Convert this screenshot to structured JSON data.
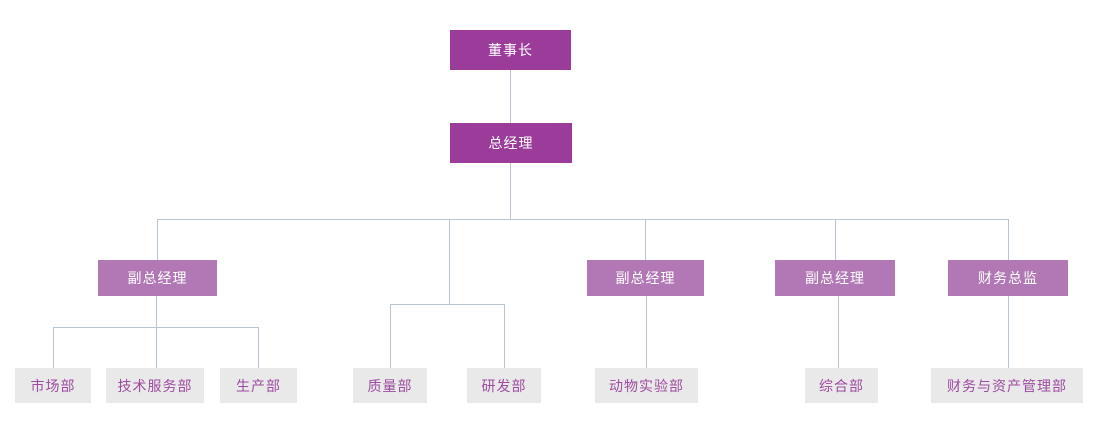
{
  "chart": {
    "type": "org-chart",
    "colors": {
      "executive_box": "#9B3C9B",
      "manager_box": "#B278B6",
      "department_box": "#E9E9E9",
      "department_text": "#9C4B9E",
      "executive_text": "#FFFFFF",
      "connector_line": "#B8C4CF",
      "background": "#FFFFFF"
    },
    "nodes": [
      {
        "id": "chairman",
        "label": "董事长",
        "level": 1,
        "parent": null
      },
      {
        "id": "general-manager",
        "label": "总经理",
        "level": 2,
        "parent": "chairman"
      },
      {
        "id": "deputy-gm-1",
        "label": "副总经理",
        "level": 3,
        "parent": "general-manager"
      },
      {
        "id": "deputy-gm-2",
        "label": "副总经理",
        "level": 3,
        "parent": "general-manager"
      },
      {
        "id": "deputy-gm-3",
        "label": "副总经理",
        "level": 3,
        "parent": "general-manager"
      },
      {
        "id": "finance-director",
        "label": "财务总监",
        "level": 3,
        "parent": "general-manager"
      },
      {
        "id": "marketing",
        "label": "市场部",
        "level": 4,
        "parent": "deputy-gm-1"
      },
      {
        "id": "tech-service",
        "label": "技术服务部",
        "level": 4,
        "parent": "deputy-gm-1"
      },
      {
        "id": "production",
        "label": "生产部",
        "level": 4,
        "parent": "deputy-gm-1"
      },
      {
        "id": "quality",
        "label": "质量部",
        "level": 4,
        "parent": "general-manager"
      },
      {
        "id": "rnd",
        "label": "研发部",
        "level": 4,
        "parent": "general-manager"
      },
      {
        "id": "animal-lab",
        "label": "动物实验部",
        "level": 4,
        "parent": "deputy-gm-2"
      },
      {
        "id": "general-affairs",
        "label": "综合部",
        "level": 4,
        "parent": "deputy-gm-3"
      },
      {
        "id": "finance-assets",
        "label": "财务与资产管理部",
        "level": 4,
        "parent": "finance-director"
      }
    ]
  }
}
